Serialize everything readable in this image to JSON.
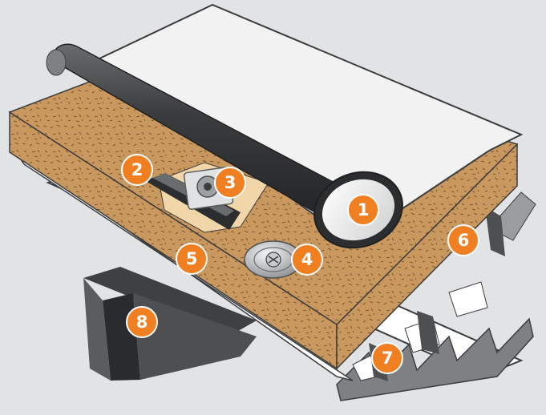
{
  "diagram": {
    "colors": {
      "background": "#e2e3e4",
      "insulation": "#c9985e",
      "membrane_dark": "#3c3d3f",
      "membrane_white": "#f2f2f2",
      "steel_deck": "#4e4f51",
      "callout": "#f07f22"
    },
    "callouts": [
      {
        "label": "1",
        "icon": "membrane-roll"
      },
      {
        "label": "2",
        "icon": "seam-strip"
      },
      {
        "label": "3",
        "icon": "fastener-plate"
      },
      {
        "label": "4",
        "icon": "insulation-plate"
      },
      {
        "label": "5",
        "icon": "insulation-board"
      },
      {
        "label": "6",
        "icon": "insulation-edge"
      },
      {
        "label": "7",
        "icon": "steel-deck"
      },
      {
        "label": "8",
        "icon": "steel-joist"
      }
    ]
  }
}
